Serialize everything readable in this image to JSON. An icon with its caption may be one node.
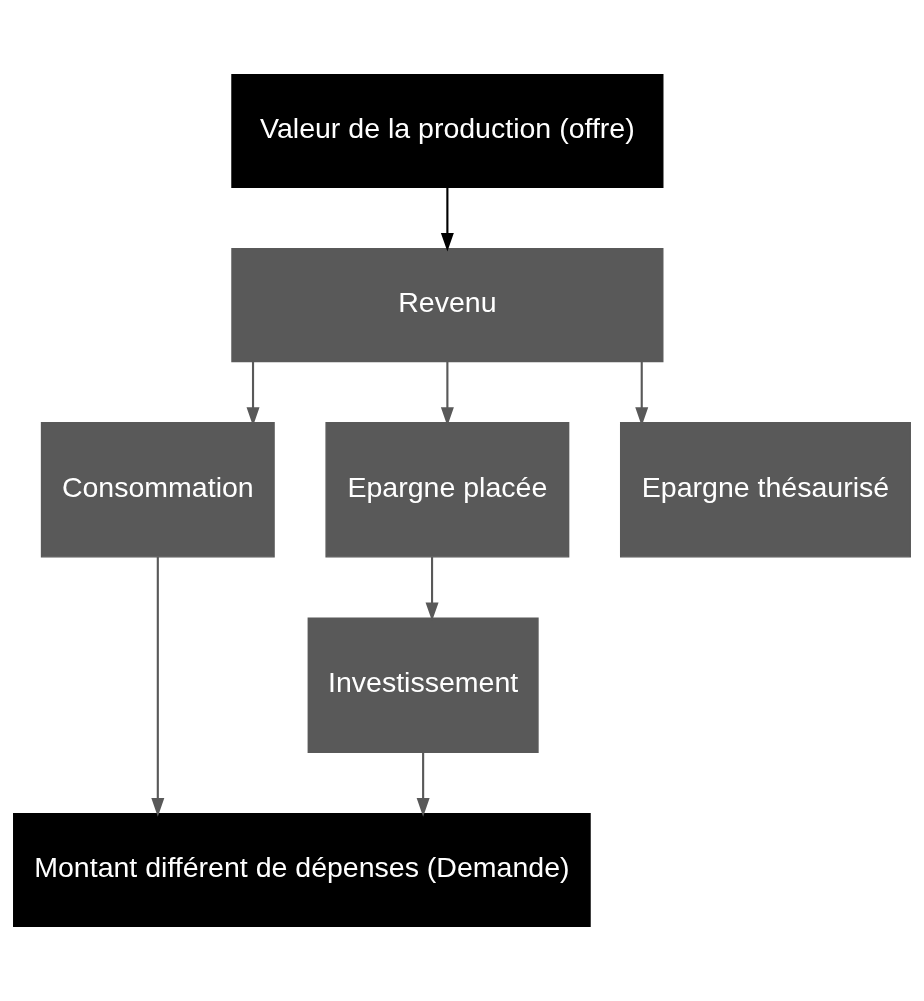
{
  "diagram": {
    "nodes": [
      {
        "text": [
          "Valeur de la production (offre)"
        ]
      },
      {
        "text": [
          "Revenu"
        ]
      },
      {
        "text": [
          "Consommation"
        ]
      },
      {
        "text": [
          "Epargne placée"
        ]
      },
      {
        "text": [
          "Epargne thésaurisé"
        ]
      },
      {
        "text": [
          "Investissement"
        ]
      },
      {
        "text": [
          "Montant différent de dépenses (Demande)"
        ]
      }
    ],
    "edges": [
      {
        "from": 0,
        "to": 1,
        "arrow": "to",
        "color": "#000000"
      },
      {
        "from": 1,
        "to": 2,
        "arrow": "to"
      },
      {
        "from": 1,
        "to": 3,
        "arrow": "to"
      },
      {
        "from": 1,
        "to": 4,
        "arrow": "to"
      },
      {
        "from": 3,
        "to": 5,
        "arrow": "to"
      },
      {
        "from": 2,
        "to": 6,
        "arrow": "to"
      },
      {
        "from": 5,
        "to": 6,
        "arrow": "to"
      }
    ]
  }
}
